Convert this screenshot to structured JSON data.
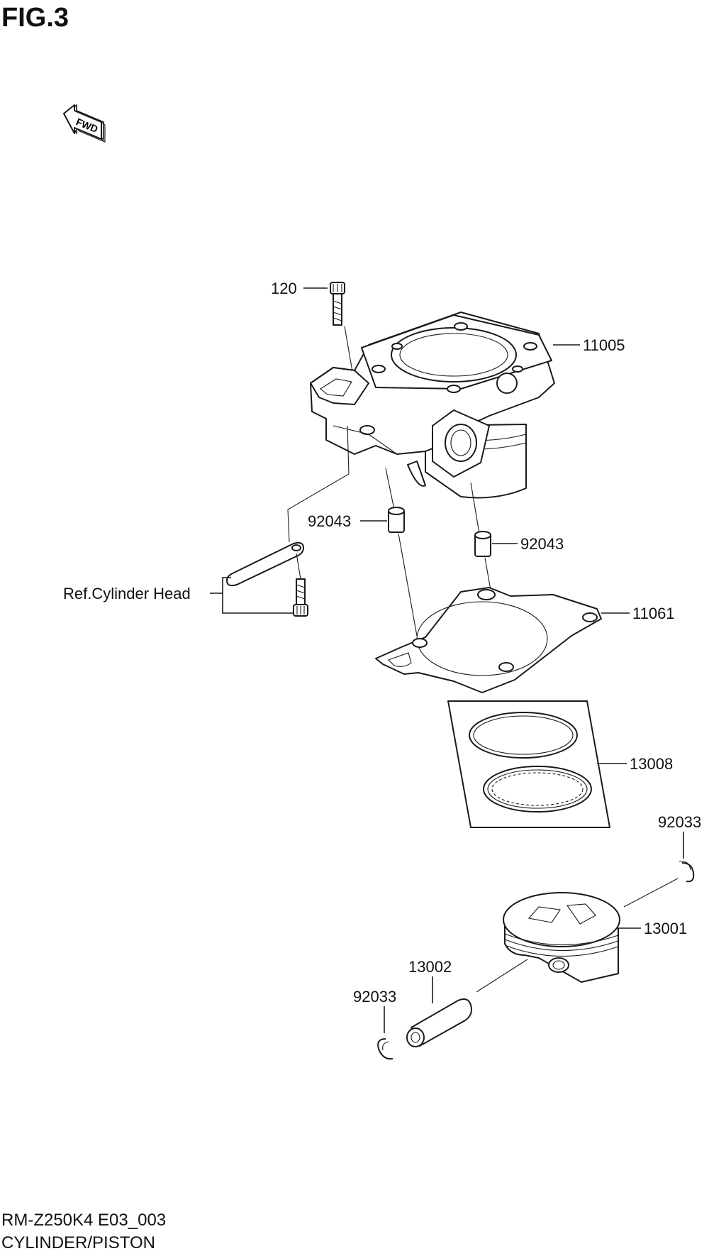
{
  "figure": {
    "title": "FIG.3",
    "model_code": "RM-Z250K4 E03_003",
    "section_name": "CYLINDER/PISTON"
  },
  "direction_badge": {
    "label": "FWD",
    "icon": "forward-arrow-icon"
  },
  "callouts": {
    "bolt": "120",
    "cylinder": "11005",
    "dowel_left": "92043",
    "dowel_right": "92043",
    "ref_head": "Ref.Cylinder Head",
    "gasket": "11061",
    "ring_set": "13008",
    "circlip_right": "92033",
    "piston": "13001",
    "pin": "13002",
    "circlip_left": "92033"
  }
}
